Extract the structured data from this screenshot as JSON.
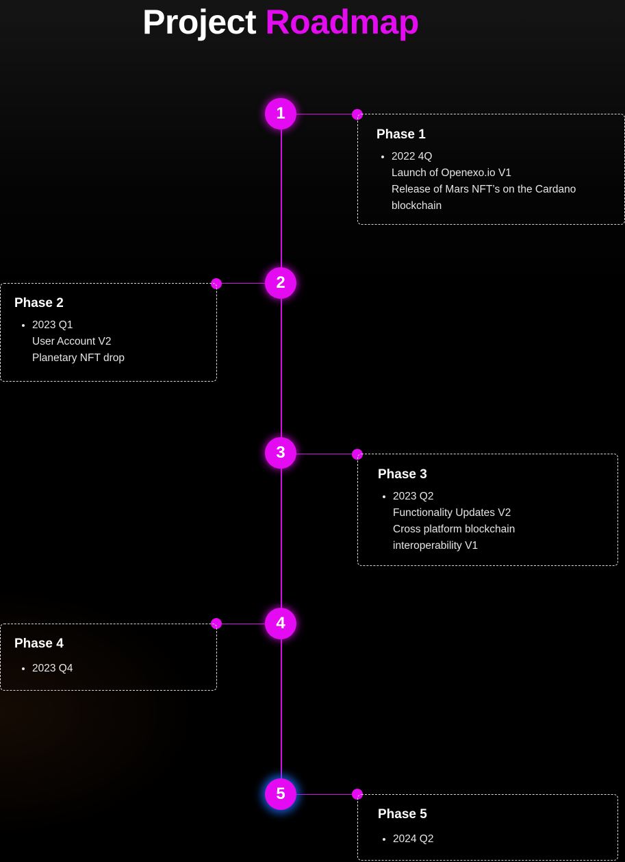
{
  "header": {
    "title_word1": "Project",
    "title_word2": "Roadmap"
  },
  "colors": {
    "accent": "#e40af2",
    "background": "#000000",
    "card_border": "#d9d9d9",
    "final_glow": "#1e6eff"
  },
  "phases": [
    {
      "number": "1",
      "title": "Phase 1",
      "lines": [
        "2022 4Q",
        "Launch of Openexo.io V1",
        "Release of Mars NFT’s on the Cardano",
        "blockchain"
      ]
    },
    {
      "number": "2",
      "title": "Phase 2",
      "lines": [
        "2023 Q1",
        "User Account V2",
        "Planetary NFT drop"
      ]
    },
    {
      "number": "3",
      "title": "Phase 3",
      "lines": [
        "2023 Q2",
        "Functionality Updates V2",
        "Cross platform blockchain",
        "interoperability V1"
      ]
    },
    {
      "number": "4",
      "title": "Phase 4",
      "lines": [
        "2023 Q4"
      ]
    },
    {
      "number": "5",
      "title": "Phase 5",
      "lines": [
        "2024 Q2"
      ]
    }
  ]
}
